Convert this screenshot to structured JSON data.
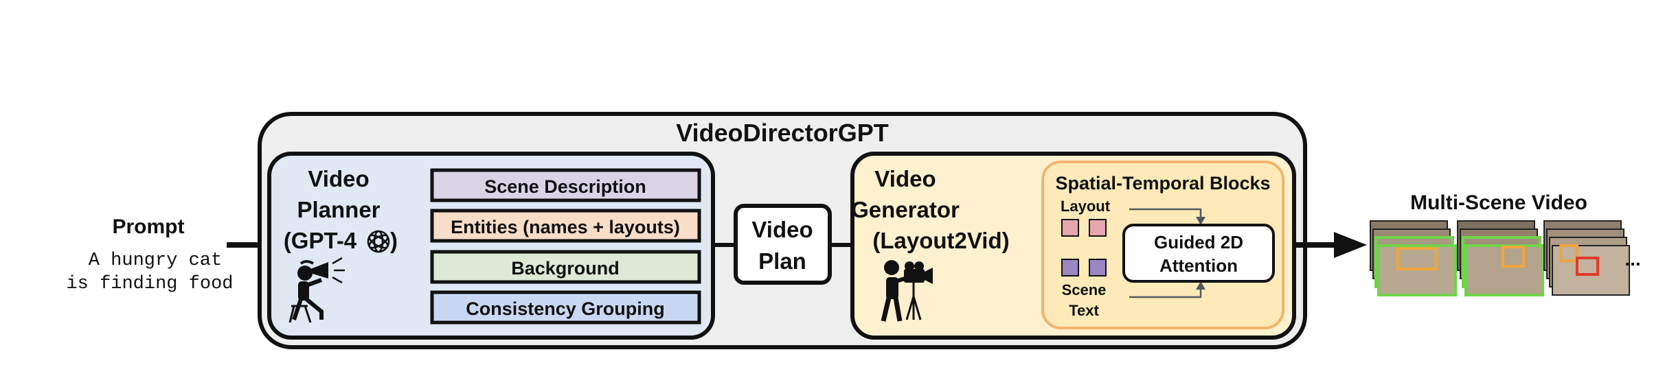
{
  "prompt": {
    "title": "Prompt",
    "lines": [
      "A hungry cat",
      "is finding food"
    ]
  },
  "system": {
    "title": "VideoDirectorGPT"
  },
  "planner": {
    "title_lines": [
      "Video",
      "Planner",
      "(GPT-4"
    ],
    "title_close": ")",
    "logo_icon": "openai-logo-icon",
    "person_icon": "director-megaphone-icon",
    "fields": [
      {
        "label": "Scene Description",
        "color": "#d9d3e6"
      },
      {
        "label": "Entities (names + layouts)",
        "color": "#f8ddc9"
      },
      {
        "label": "Background",
        "color": "#dde9d4"
      },
      {
        "label": "Consistency Grouping",
        "color": "#c9d8f2"
      }
    ],
    "box_color": "#dfe8f3"
  },
  "plan": {
    "lines": [
      "Video",
      "Plan"
    ]
  },
  "generator": {
    "title_lines": [
      "Video",
      "Generator",
      "(Layout2Vid)"
    ],
    "person_icon": "camera-operator-icon",
    "box_color": "#fdf0cf",
    "blocks": {
      "title": "Spatial-Temporal Blocks",
      "layout_label": "Layout",
      "scene_text_lines": [
        "Scene",
        "Text"
      ],
      "attention_lines": [
        "Guided 2D",
        "Attention"
      ],
      "layout_color": "#e6a8ae",
      "text_color": "#9b86c4",
      "border_color": "#f2b36e"
    }
  },
  "output": {
    "title": "Multi-Scene Video",
    "ellipsis": "..."
  }
}
